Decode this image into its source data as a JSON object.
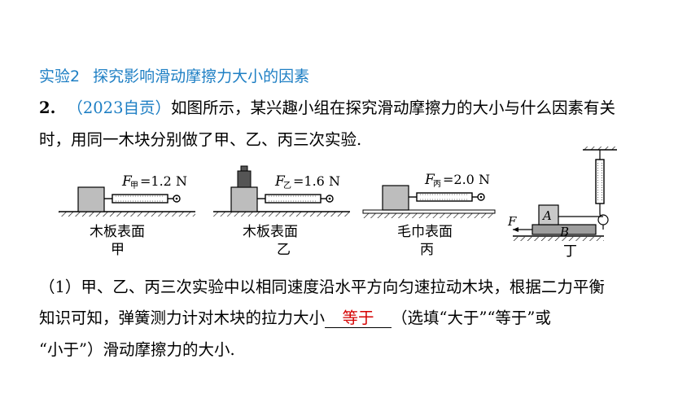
{
  "heading": {
    "label": "实验2",
    "title": "探究影响滑动摩擦力大小的因素"
  },
  "question": {
    "number": "2.",
    "source": "（2023自贡）",
    "line1": "如图所示，某兴趣小组在探究滑动摩擦力的大小与什么因素有关",
    "line2": "时，用同一木块分别做了甲、乙、丙三次实验."
  },
  "figures": {
    "jia": {
      "force_var": "F",
      "sub": "甲",
      "value": "=1.2 N",
      "surface": "木板表面",
      "name": "甲"
    },
    "yi": {
      "force_var": "F",
      "sub": "乙",
      "value": "=1.6 N",
      "surface": "木板表面",
      "name": "乙"
    },
    "bing": {
      "force_var": "F",
      "sub": "丙",
      "value": "=2.0 N",
      "surface": "毛巾表面",
      "name": "丙"
    },
    "ding": {
      "block_a": "A",
      "block_b": "B",
      "force": "F",
      "name": "丁"
    }
  },
  "part1": {
    "line1": "（1）甲、乙、丙三次实验中以相同速度沿水平方向匀速拉动木块，根据二力平衡",
    "line2_before": "知识可知，弹簧测力计对木块的拉力大小",
    "answer": "等于",
    "line2_after": "（选填“大于”“等于”或",
    "line3": "“小于”）滑动摩擦力的大小."
  }
}
